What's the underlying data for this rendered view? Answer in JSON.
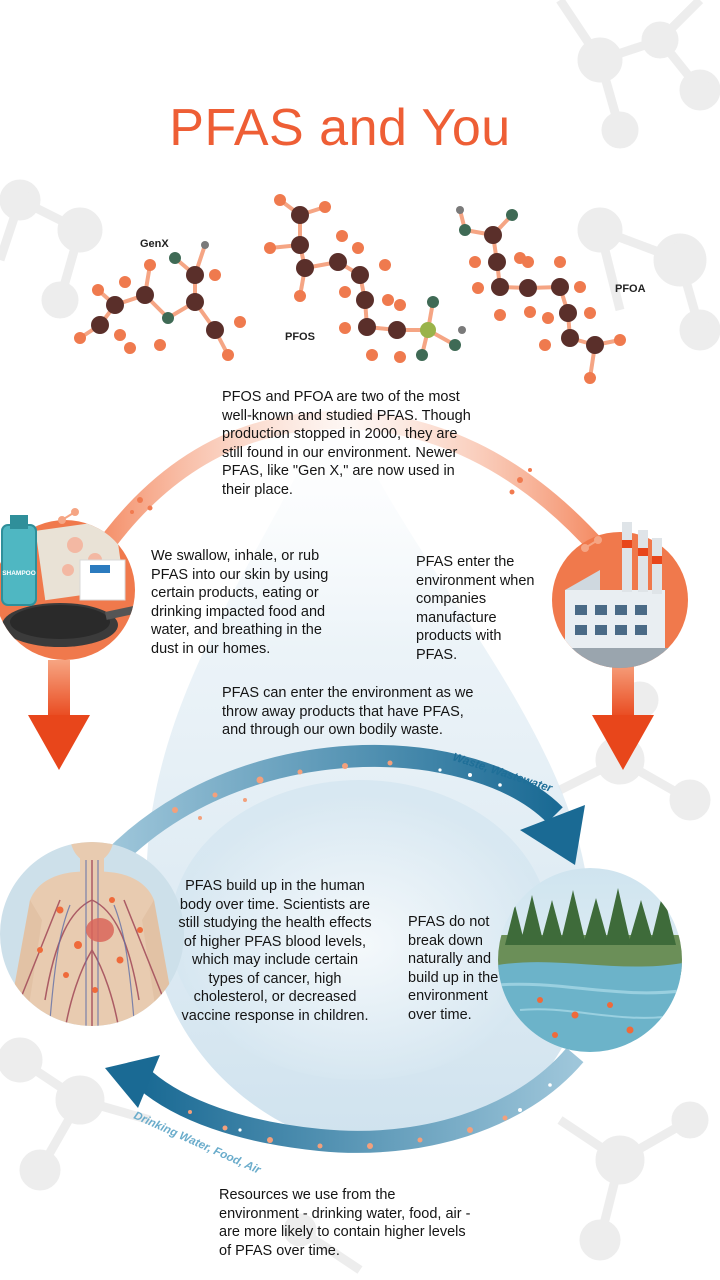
{
  "title": "PFAS and You",
  "colors": {
    "accent": "#ee5e35",
    "arrow_orange": "#e84a1f",
    "cycle_blue": "#1f6f98",
    "carbon": "#5a2f2a",
    "fluorine": "#ef7a4e",
    "oxygen": "#3f6a55",
    "sulfur": "#9ab34a",
    "hydrogen": "#7a7a7a"
  },
  "molecules": {
    "genx": "GenX",
    "pfos": "PFOS",
    "pfoa": "PFOA"
  },
  "intro": "PFOS and PFOA are two of the most well-known and studied PFAS. Though production stopped in 2000, they are still found in our environment. Newer PFAS, like \"Gen X,\" are now used in their place.",
  "exposure": "We swallow, inhale, or rub PFAS into our skin by using certain products, eating or drinking impacted food and water, and breathing in the dust in our homes.",
  "manufacture": "PFAS enter the environment when companies manufacture products with PFAS.",
  "disposal": "PFAS can enter the environment as we throw away products that have PFAS, and through our own bodily waste.",
  "body": "PFAS build up in the human body over time. Scientists are still studying the health effects of higher PFAS blood levels, which may include certain types of cancer, high cholesterol, or decreased vaccine response in children.",
  "environment": "PFAS do not break down naturally and build up in the environment over time.",
  "resources": "Resources we use from the environment - drinking water, food, air - are more likely to contain higher levels of PFAS over time.",
  "arrow_labels": {
    "waste": "Waste, Wastewater",
    "drinking": "Drinking Water, Food, Air"
  },
  "products": {
    "shampoo": "SHAMPOO"
  }
}
